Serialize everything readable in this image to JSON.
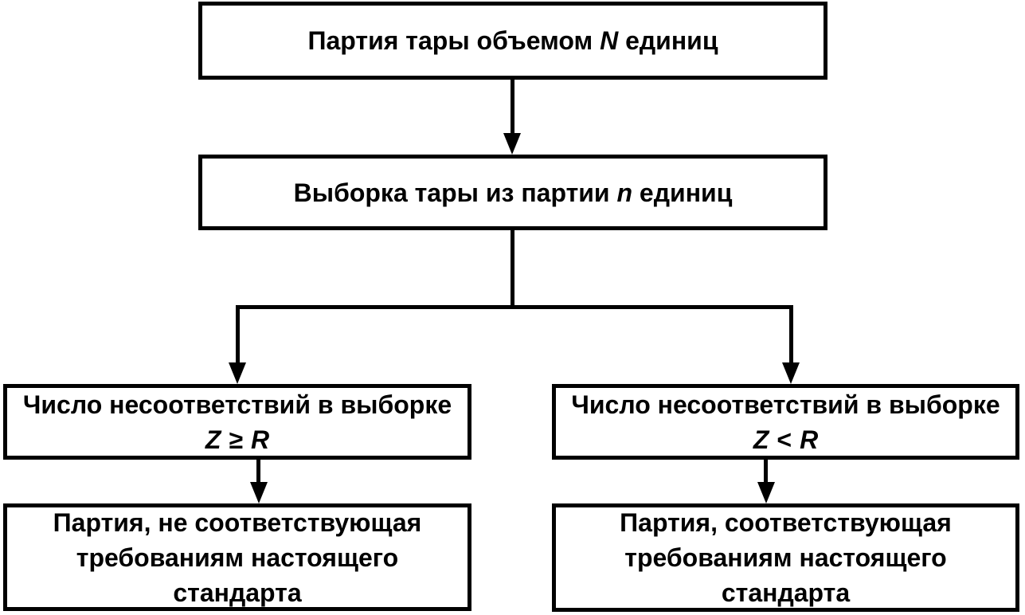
{
  "diagram": {
    "language": "ru",
    "colors": {
      "background": "#ffffff",
      "line": "#000000",
      "text": "#000000"
    },
    "nodes": {
      "batch": {
        "prefix": "Партия тары объемом ",
        "variable": "N",
        "suffix": " единиц"
      },
      "sample": {
        "prefix": "Выборка тары из партии ",
        "variable": "n",
        "suffix": " единиц"
      },
      "condition_left": {
        "line1": "Число несоответствий в выборке",
        "formula": {
          "left": "Z",
          "operator": "≥",
          "right": "R"
        }
      },
      "condition_right": {
        "line1": "Число несоответствий в выборке",
        "formula": {
          "left": "Z",
          "operator": "<",
          "right": "R"
        }
      },
      "result_left": {
        "lines": [
          "Партия, не соответствующая",
          "требованиям настоящего",
          "стандарта"
        ]
      },
      "result_right": {
        "lines": [
          "Партия, соответствующая",
          "требованиям настоящего",
          "стандарта"
        ]
      }
    }
  }
}
